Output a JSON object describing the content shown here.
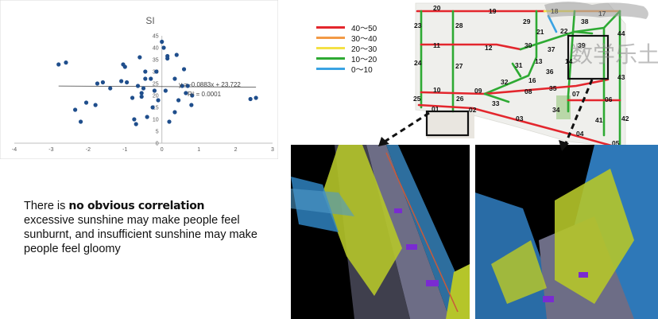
{
  "chart_data": {
    "type": "scatter",
    "title": "SI",
    "xlim": [
      -4,
      3
    ],
    "ylim": [
      0,
      45
    ],
    "xticks": [
      -4,
      -3,
      -2,
      -1,
      0,
      1,
      2,
      3
    ],
    "yticks": [
      0,
      5,
      10,
      15,
      20,
      25,
      30,
      35,
      40,
      45
    ],
    "points": [
      {
        "x": -2.8,
        "y": 33
      },
      {
        "x": -2.6,
        "y": 33.8
      },
      {
        "x": -2.35,
        "y": 14
      },
      {
        "x": -2.2,
        "y": 9
      },
      {
        "x": -2.05,
        "y": 17
      },
      {
        "x": -1.8,
        "y": 16
      },
      {
        "x": -1.75,
        "y": 25
      },
      {
        "x": -1.6,
        "y": 25.5
      },
      {
        "x": -1.4,
        "y": 23
      },
      {
        "x": -1.1,
        "y": 26
      },
      {
        "x": -1.05,
        "y": 33
      },
      {
        "x": -1.0,
        "y": 32
      },
      {
        "x": -0.95,
        "y": 25.5
      },
      {
        "x": -0.8,
        "y": 19
      },
      {
        "x": -0.75,
        "y": 10
      },
      {
        "x": -0.7,
        "y": 8
      },
      {
        "x": -0.65,
        "y": 24
      },
      {
        "x": -0.6,
        "y": 36
      },
      {
        "x": -0.55,
        "y": 21
      },
      {
        "x": -0.55,
        "y": 19.5
      },
      {
        "x": -0.5,
        "y": 23
      },
      {
        "x": -0.45,
        "y": 27
      },
      {
        "x": -0.45,
        "y": 30
      },
      {
        "x": -0.4,
        "y": 11
      },
      {
        "x": -0.3,
        "y": 27
      },
      {
        "x": -0.25,
        "y": 15
      },
      {
        "x": -0.2,
        "y": 22
      },
      {
        "x": -0.15,
        "y": 30
      },
      {
        "x": -0.1,
        "y": 18
      },
      {
        "x": 0.0,
        "y": 42.5
      },
      {
        "x": 0.05,
        "y": 40
      },
      {
        "x": 0.1,
        "y": 22
      },
      {
        "x": 0.15,
        "y": 35.5
      },
      {
        "x": 0.15,
        "y": 36.5
      },
      {
        "x": 0.2,
        "y": 9
      },
      {
        "x": 0.35,
        "y": 27
      },
      {
        "x": 0.35,
        "y": 13
      },
      {
        "x": 0.4,
        "y": 37
      },
      {
        "x": 0.45,
        "y": 18
      },
      {
        "x": 0.55,
        "y": 24
      },
      {
        "x": 0.6,
        "y": 31
      },
      {
        "x": 0.65,
        "y": 21
      },
      {
        "x": 0.7,
        "y": 24
      },
      {
        "x": 0.8,
        "y": 16
      },
      {
        "x": 0.82,
        "y": 20
      },
      {
        "x": 2.4,
        "y": 18.5
      },
      {
        "x": 2.55,
        "y": 19
      }
    ],
    "trendline": {
      "slope": -0.0883,
      "intercept": 23.722,
      "x_range": [
        -2.8,
        2.55
      ]
    },
    "equation": "y = -0.0883x + 23.722",
    "r2": "R² = 0.0001",
    "marker_color": "#1f4e8c",
    "grid": false
  },
  "caption": {
    "lead": "There is",
    "emphasis": "no obvious correlation",
    "body": "excessive sunshine may make people feel sunburnt, and insufficient sunshine may make people feel gloomy"
  },
  "legend": [
    {
      "label": "40～50",
      "color": "#e3262d"
    },
    {
      "label": "30～40",
      "color": "#f29a46"
    },
    {
      "label": "20～30",
      "color": "#f4e145"
    },
    {
      "label": "10～20",
      "color": "#2eaa33"
    },
    {
      "label": "0～10",
      "color": "#3aa3e3"
    }
  ],
  "map": {
    "labels": [
      "20",
      "19",
      "18",
      "38",
      "17",
      "29",
      "21",
      "22",
      "23",
      "28",
      "11",
      "12",
      "30",
      "31",
      "13",
      "39",
      "14",
      "24",
      "27",
      "37",
      "44",
      "32",
      "16",
      "36",
      "43",
      "10",
      "09",
      "35",
      "08",
      "25",
      "26",
      "07",
      "06",
      "01",
      "02",
      "33",
      "34",
      "03",
      "41",
      "42",
      "04",
      "05"
    ],
    "watermark": "数学乐土"
  }
}
